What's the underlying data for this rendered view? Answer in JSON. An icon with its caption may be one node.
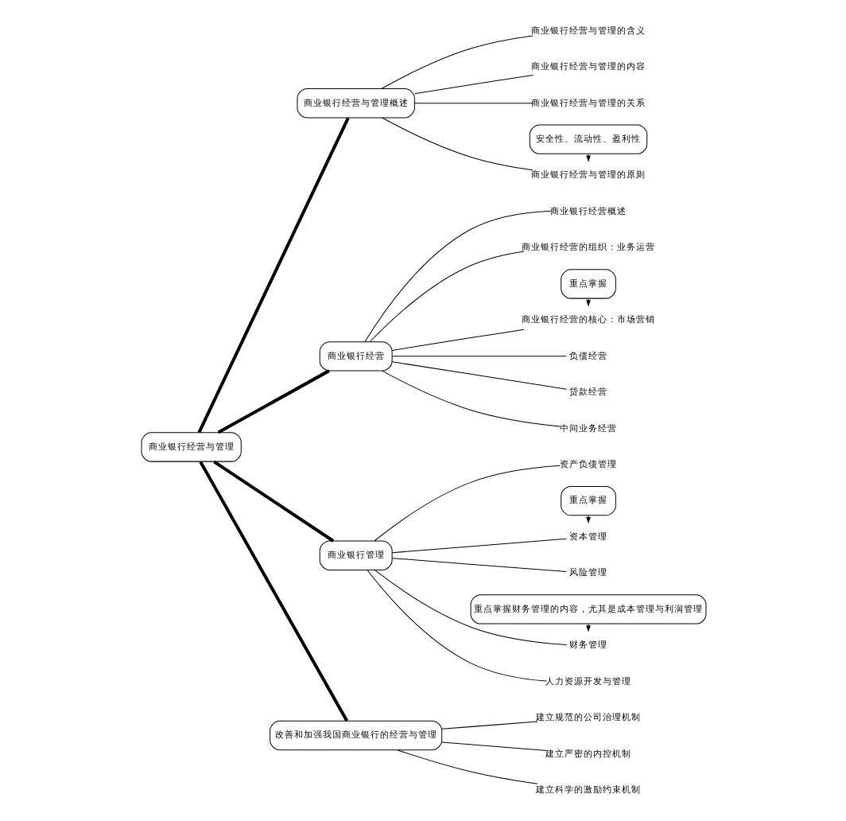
{
  "diagram": {
    "nodes": [
      {
        "text": [
          "商业银行经营与管理"
        ]
      },
      {
        "text": [
          "商业银行经营与管理概述"
        ]
      },
      {
        "text": [
          "商业银行经营与管理的含义"
        ]
      },
      {
        "text": [
          "商业银行经营与管理的内容"
        ]
      },
      {
        "text": [
          "商业银行经营与管理的关系"
        ]
      },
      {
        "text": [
          "安全性、流动性、盈利性"
        ]
      },
      {
        "text": [
          "商业银行经营与管理的原则"
        ]
      },
      {
        "text": [
          "商业银行经营"
        ]
      },
      {
        "text": [
          "商业银行经营概述"
        ]
      },
      {
        "text": [
          "商业银行经营的组织：业务运营"
        ]
      },
      {
        "text": [
          "重点掌握"
        ]
      },
      {
        "text": [
          "商业银行经营的核心：市场营销"
        ]
      },
      {
        "text": [
          "负债经营"
        ]
      },
      {
        "text": [
          "贷款经营"
        ]
      },
      {
        "text": [
          "中间业务经营"
        ]
      },
      {
        "text": [
          "商业银行管理"
        ]
      },
      {
        "text": [
          "资产负债管理"
        ]
      },
      {
        "text": [
          "重点掌握"
        ]
      },
      {
        "text": [
          "资本管理"
        ]
      },
      {
        "text": [
          "风险管理"
        ]
      },
      {
        "text": [
          "重点掌握财务管理的内容，尤其是成本管理与利润管理"
        ]
      },
      {
        "text": [
          "财务管理"
        ]
      },
      {
        "text": [
          "人力资源开发与管理"
        ]
      },
      {
        "text": [
          "改善和加强我国商业银行的经营与管理"
        ]
      },
      {
        "text": [
          "建立规范的公司治理机制"
        ]
      },
      {
        "text": [
          "建立严密的内控机制"
        ]
      },
      {
        "text": [
          "建立科学的激励约束机制"
        ]
      }
    ],
    "edges": [
      {
        "from": 0,
        "to": 1,
        "arrow": "none",
        "style": "thick"
      },
      {
        "from": 0,
        "to": 7,
        "arrow": "none",
        "style": "thick"
      },
      {
        "from": 0,
        "to": 15,
        "arrow": "none",
        "style": "thick"
      },
      {
        "from": 0,
        "to": 23,
        "arrow": "none",
        "style": "thick"
      },
      {
        "from": 1,
        "to": 2,
        "arrow": "none"
      },
      {
        "from": 1,
        "to": 3,
        "arrow": "none"
      },
      {
        "from": 1,
        "to": 4,
        "arrow": "none"
      },
      {
        "from": 1,
        "to": 6,
        "arrow": "none"
      },
      {
        "from": 5,
        "to": 6,
        "arrow": "to"
      },
      {
        "from": 7,
        "to": 8,
        "arrow": "none"
      },
      {
        "from": 7,
        "to": 9,
        "arrow": "none"
      },
      {
        "from": 7,
        "to": 11,
        "arrow": "none"
      },
      {
        "from": 7,
        "to": 12,
        "arrow": "none"
      },
      {
        "from": 7,
        "to": 13,
        "arrow": "none"
      },
      {
        "from": 7,
        "to": 14,
        "arrow": "none"
      },
      {
        "from": 10,
        "to": 11,
        "arrow": "to"
      },
      {
        "from": 15,
        "to": 16,
        "arrow": "none"
      },
      {
        "from": 15,
        "to": 18,
        "arrow": "none"
      },
      {
        "from": 15,
        "to": 19,
        "arrow": "none"
      },
      {
        "from": 15,
        "to": 21,
        "arrow": "none"
      },
      {
        "from": 15,
        "to": 22,
        "arrow": "none"
      },
      {
        "from": 17,
        "to": 18,
        "arrow": "to"
      },
      {
        "from": 20,
        "to": 21,
        "arrow": "to"
      },
      {
        "from": 23,
        "to": 24,
        "arrow": "none"
      },
      {
        "from": 23,
        "to": 25,
        "arrow": "none"
      },
      {
        "from": 23,
        "to": 26,
        "arrow": "none"
      }
    ]
  }
}
